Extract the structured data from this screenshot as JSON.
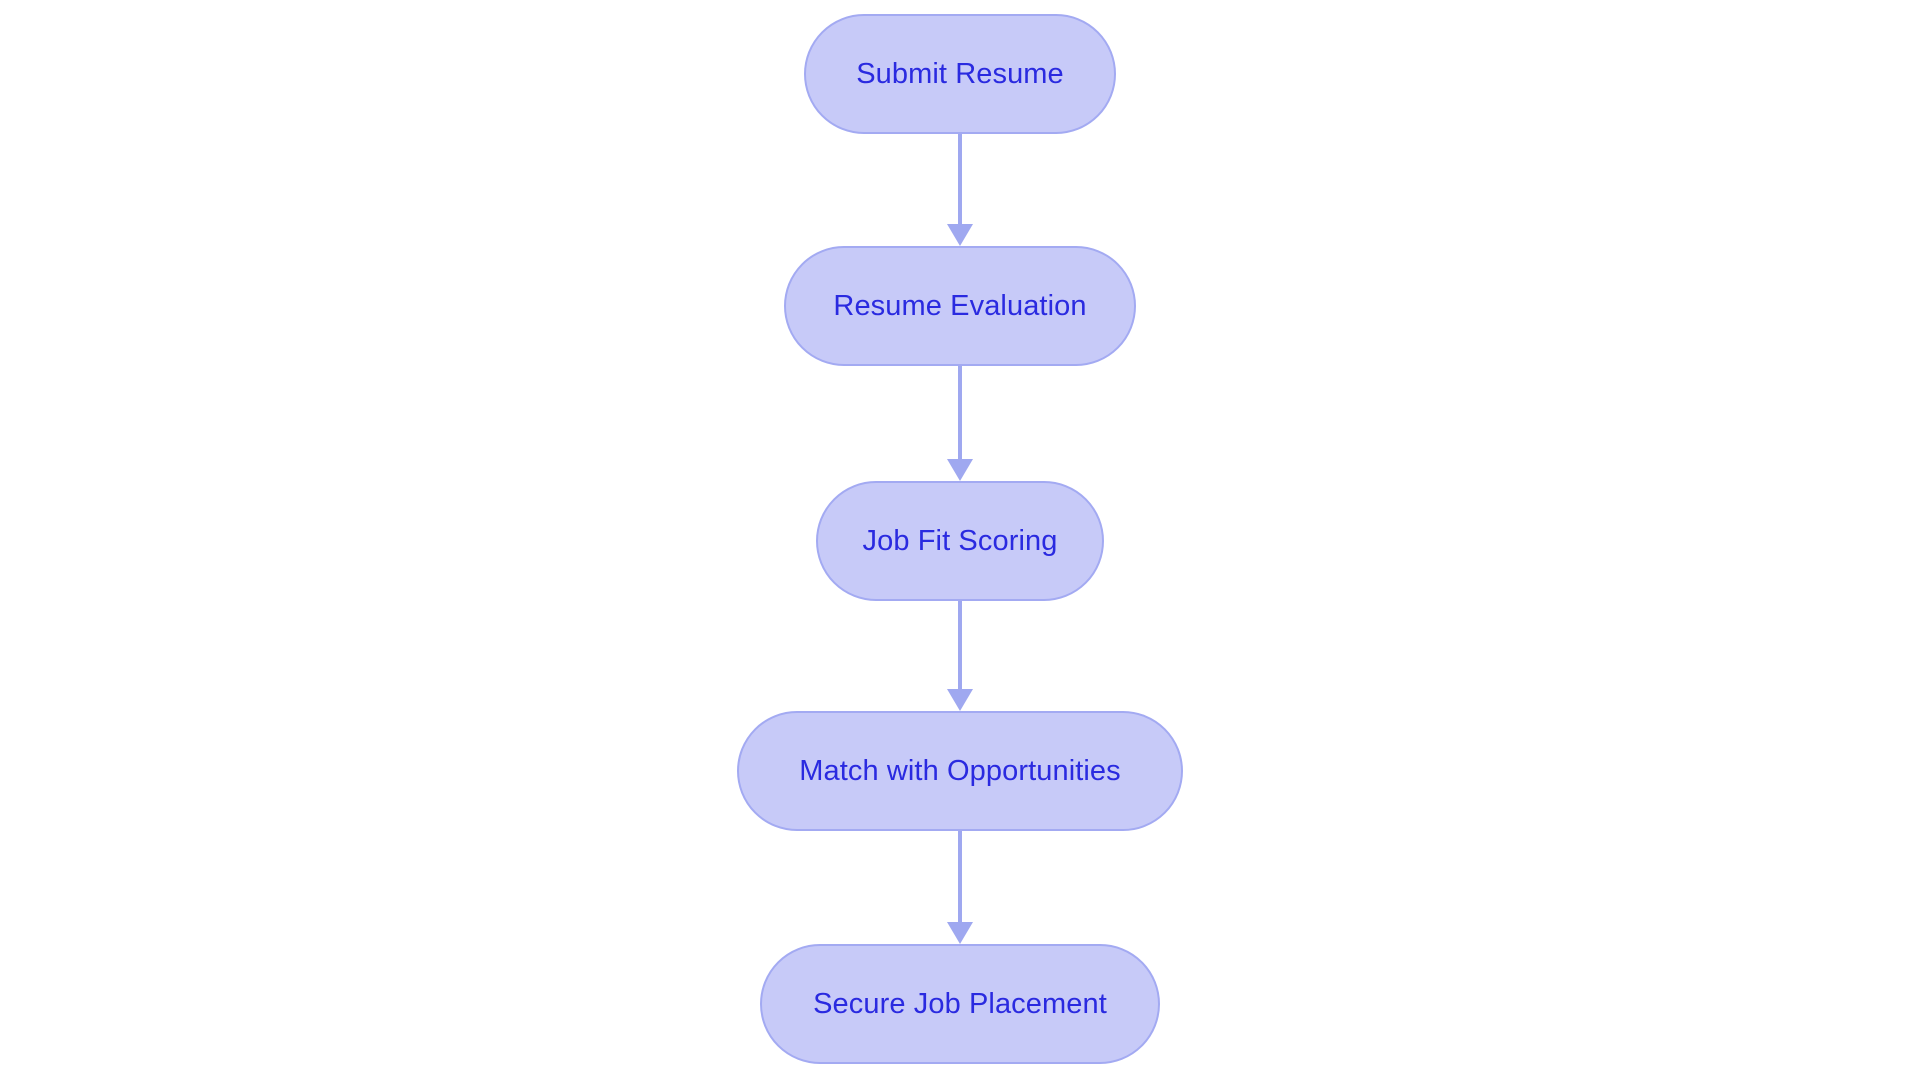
{
  "diagram": {
    "type": "flowchart",
    "orientation": "vertical-top-to-bottom",
    "background_color": "#ffffff",
    "node_fill_color": "#c7caf8",
    "node_border_color": "#a3aaf2",
    "node_text_color": "#2a2ae0",
    "arrow_color": "#9fa8f0",
    "nodes": [
      {
        "id": "submit-resume",
        "label": "Submit Resume"
      },
      {
        "id": "resume-evaluation",
        "label": "Resume Evaluation"
      },
      {
        "id": "job-fit-scoring",
        "label": "Job Fit Scoring"
      },
      {
        "id": "match-with-opportunities",
        "label": "Match with Opportunities"
      },
      {
        "id": "secure-job-placement",
        "label": "Secure Job Placement"
      }
    ],
    "edges": [
      {
        "from": "submit-resume",
        "to": "resume-evaluation",
        "label": ""
      },
      {
        "from": "resume-evaluation",
        "to": "job-fit-scoring",
        "label": ""
      },
      {
        "from": "job-fit-scoring",
        "to": "match-with-opportunities",
        "label": ""
      },
      {
        "from": "match-with-opportunities",
        "to": "secure-job-placement",
        "label": ""
      }
    ]
  }
}
